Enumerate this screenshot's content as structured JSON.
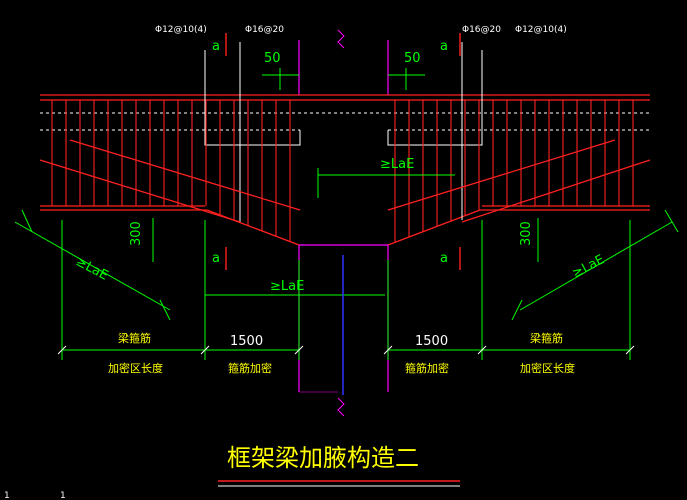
{
  "drawing": {
    "title": "框架梁加腋构造二",
    "colors": {
      "background": "#000000",
      "red": "#ff2020",
      "green": "#00ff00",
      "white": "#ffffff",
      "yellow": "#ffff00",
      "magenta": "#ff00ff",
      "blue": "#3030ff"
    },
    "left": {
      "callout_rebar_1": "Φ12@10(4)",
      "callout_rebar_2": "Φ16@20",
      "section_mark_top": "a",
      "section_mark_bottom": "a",
      "dim_50": "50",
      "dim_300": "300",
      "anchor_diag": "≥LaE",
      "anchor_bottom": "≥LaE",
      "zone_len_label_1": "梁箍筋",
      "zone_len_label_2": "加密区长度",
      "dim_1500": "1500",
      "haunch_stirrup_label": "箍筋加密"
    },
    "right": {
      "callout_rebar_1": "Φ16@20",
      "callout_rebar_2": "Φ12@10(4)",
      "section_mark_top": "a",
      "section_mark_bottom": "a",
      "dim_50": "50",
      "dim_300": "300",
      "anchor_diag": "≥LaE",
      "zone_len_label_1": "梁箍筋",
      "zone_len_label_2": "加密区长度",
      "dim_1500": "1500",
      "haunch_stirrup_label": "箍筋加密"
    },
    "center": {
      "anchor_top": "≥LaE"
    },
    "status_bar": {
      "fragment_1": "1",
      "fragment_2": "1"
    }
  }
}
